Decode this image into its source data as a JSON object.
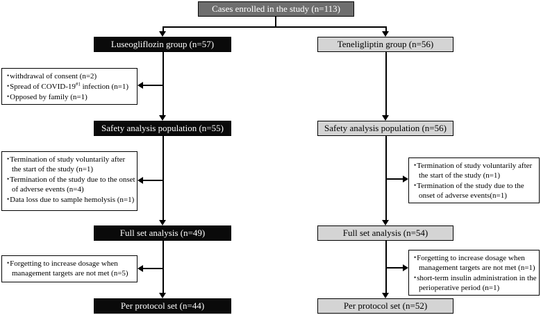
{
  "bullet": "•",
  "enrollment": {
    "label": "Cases enrolled in the study (n=113)"
  },
  "left": {
    "group": "Luseogliflozin group (n=57)",
    "safety": "Safety analysis population (n=55)",
    "full": "Full set analysis (n=49)",
    "protocol": "Per protocol set (n=44)",
    "excl1": {
      "line1": "withdrawal of consent (n=2)",
      "line2_pre": "Spread of COVID-19",
      "line2_sup": "#1",
      "line2_post": " infection (n=1)",
      "line3": "Opposed by family (n=1)"
    },
    "excl2": {
      "line1": "Termination of study voluntarily after the start of the study (n=1)",
      "line2": "Termination of the study due to the onset of adverse events (n=4)",
      "line3": "Data loss due to sample hemolysis (n=1)"
    },
    "excl3": {
      "line1": "Forgetting to increase dosage when management targets are not met (n=5)"
    }
  },
  "right": {
    "group": "Teneligliptin group (n=56)",
    "safety": "Safety analysis population (n=56)",
    "full": "Full set analysis (n=54)",
    "protocol": "Per protocol set (n=52)",
    "excl1": {
      "line1": "Termination of study voluntarily after the start of the study (n=1)",
      "line2": "Termination of the study due to the onset of adverse events(n=1)"
    },
    "excl2": {
      "line1": "Forgetting to increase dosage when management targets are not met (n=1)",
      "line2": "short-term insulin administration in the perioperative period (n=1)"
    }
  },
  "colors": {
    "enrollment_fill": "#6e6e6e",
    "left_arm_fill": "#0a0a0a",
    "right_arm_fill": "#d4d4d4",
    "line": "#000000"
  }
}
